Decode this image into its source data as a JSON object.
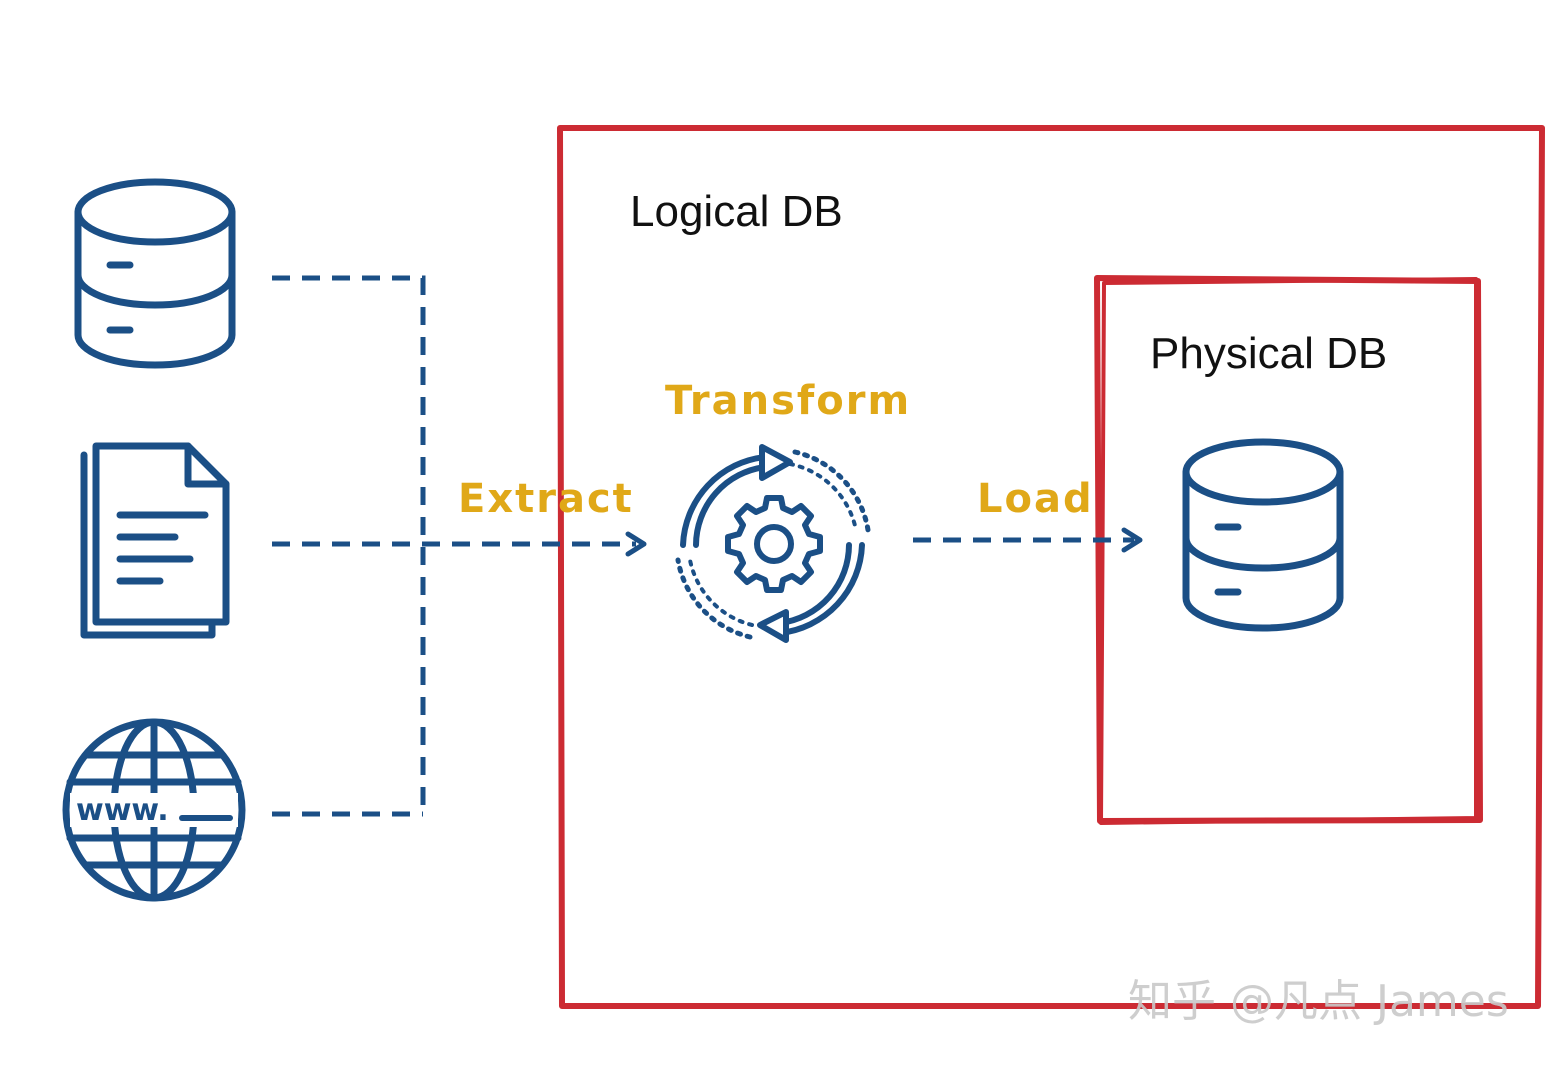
{
  "labels": {
    "logical_db": "Logical DB",
    "physical_db": "Physical DB",
    "extract": "Extract",
    "transform": "Transform",
    "load": "Load",
    "www": "www.",
    "watermark": "知乎 @凡点 James"
  },
  "colors": {
    "icon_blue": "#1B4F86",
    "accent_gold": "#E0A818",
    "box_red": "#CC2B33"
  },
  "icons": [
    "database-icon",
    "document-icon",
    "globe-icon",
    "transform-gear-icon",
    "database-icon"
  ]
}
